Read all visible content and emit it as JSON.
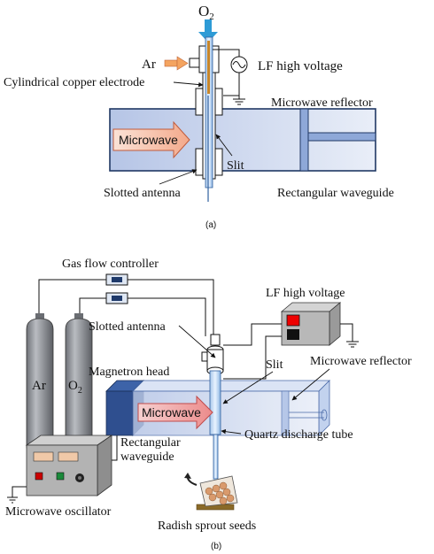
{
  "panel_a": {
    "gas_top": "O",
    "gas_top_sub": "2",
    "gas_side": "Ar",
    "power": "LF high voltage",
    "electrode": "Cylindrical copper electrode",
    "reflector": "Microwave reflector",
    "microwave": "Microwave",
    "slit": "Slit",
    "antenna": "Slotted antenna",
    "waveguide": "Rectangular waveguide",
    "caption": "(a)"
  },
  "panel_b": {
    "gas_flow": "Gas flow controller",
    "power": "LF high voltage",
    "antenna": "Slotted antenna",
    "slit": "Slit",
    "reflector": "Microwave reflector",
    "magnetron": "Magnetron head",
    "microwave": "Microwave",
    "cyl_ar": "Ar",
    "cyl_o2": "O",
    "cyl_o2_sub": "2",
    "waveguide_1": "Rectangular",
    "waveguide_2": "waveguide",
    "tube": "Quartz discharge tube",
    "oscillator": "Microwave oscillator",
    "seeds": "Radish sprout seeds",
    "caption": "(b)"
  },
  "colors": {
    "waveguide_fill": "#c5d3ec",
    "waveguide_stroke": "#203864",
    "arrow_fill": "#f7c9b4",
    "arrow_stroke": "#c05a3a",
    "o2_arrow": "#2e9bd6",
    "ar_arrow": "#f4a460",
    "magnetron": "#2f4f8f",
    "cylinder": "#8d9096",
    "seeds": "#d99a6c"
  }
}
